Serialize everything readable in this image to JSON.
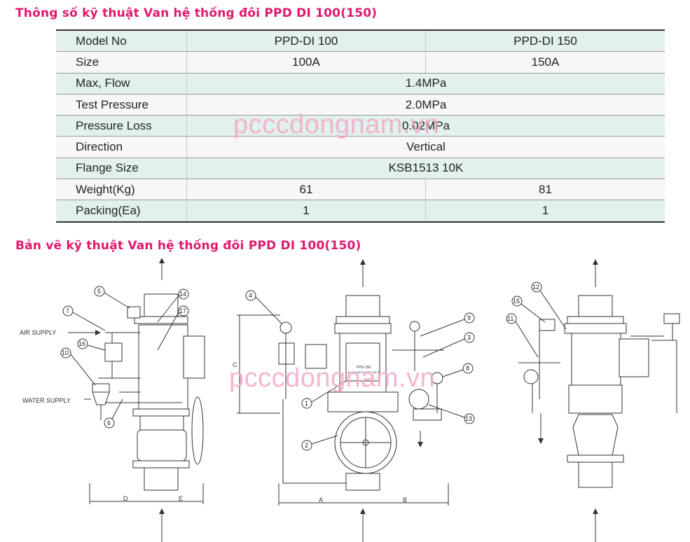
{
  "headings": {
    "spec_title": "Thông số kỹ thuật Van hệ thống đôi PPD DI 100(150)",
    "drawing_title": "Bản vẽ kỹ thuật Van hệ thống đôi PPD DI 100(150)"
  },
  "table": {
    "rows": [
      {
        "label": "Model No",
        "v1": "PPD-DI 100",
        "v2": "PPD-DI 150"
      },
      {
        "label": "Size",
        "v1": "100A",
        "v2": "150A"
      },
      {
        "label": "Max, Flow",
        "v": "1.4MPa"
      },
      {
        "label": "Test Pressure",
        "v": "2.0MPa"
      },
      {
        "label": "Pressure Loss",
        "v": "0.02MPa"
      },
      {
        "label": "Direction",
        "v": "Vertical"
      },
      {
        "label": "Flange Size",
        "v": "KSB1513 10K"
      },
      {
        "label": "Weight(Kg)",
        "v1": "61",
        "v2": "81"
      },
      {
        "label": "Packing(Ea)",
        "v1": "1",
        "v2": "1"
      }
    ]
  },
  "watermark": "pcccdongnam.vn",
  "drawing": {
    "air_supply": "AIR SUPPLY",
    "water_supply": "WATER SUPPLY",
    "dims": {
      "d": "D",
      "e": "E",
      "a": "A",
      "b": "B",
      "c": "C"
    },
    "body_label": "PPD-150",
    "body_sub": "PLAIN REGISTER VALVE",
    "callouts": [
      "1",
      "2",
      "3",
      "4",
      "5",
      "6",
      "7",
      "8",
      "9",
      "10",
      "11",
      "12",
      "13",
      "14",
      "15",
      "16",
      "17"
    ]
  },
  "colors": {
    "heading": "#e0186e",
    "row_band": "#e2f1ec",
    "watermark": "#f3a9c9"
  }
}
